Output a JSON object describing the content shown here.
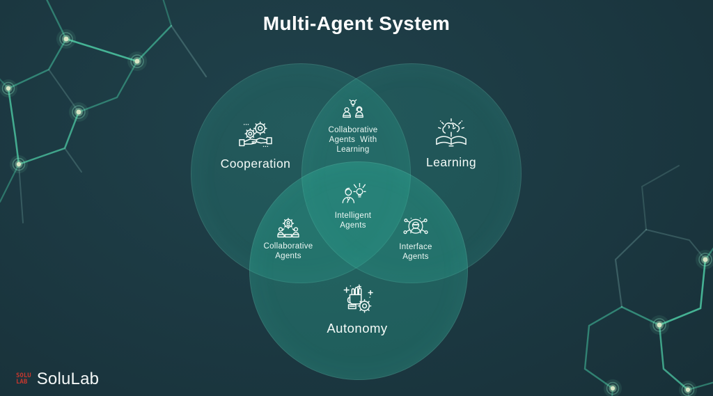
{
  "title": "Multi-Agent System",
  "venn": {
    "cooperation": {
      "label": "Cooperation"
    },
    "learning": {
      "label": "Learning"
    },
    "autonomy": {
      "label": "Autonomy"
    },
    "coop_learning": {
      "line1": "Collaborative",
      "line2": "Agents  With",
      "line3": "Learning"
    },
    "center": {
      "line1": "Intelligent",
      "line2": "Agents"
    },
    "coop_autonomy": {
      "line1": "Collaborative",
      "line2": "Agents"
    },
    "learning_autonomy": {
      "line1": "Interface",
      "line2": "Agents"
    }
  },
  "brand": {
    "name": "SoluLab",
    "mark_line1": "SOLU",
    "mark_line2": "LAB"
  },
  "colors": {
    "background": "#1b3740",
    "circle_fill": "#2db49e",
    "hex_line": "#3fc9a4",
    "node_core": "#d6e6c4",
    "text": "#f2faf7",
    "brand_red": "#c0392b"
  },
  "icons": {
    "cooperation": "handshake-gears-icon",
    "learning": "brain-book-icon",
    "autonomy": "fist-gear-icon",
    "coop_learning": "two-agents-idea-icon",
    "center": "agent-lightbulb-icon",
    "coop_autonomy": "agents-group-gear-icon",
    "learning_autonomy": "agent-network-icon"
  }
}
